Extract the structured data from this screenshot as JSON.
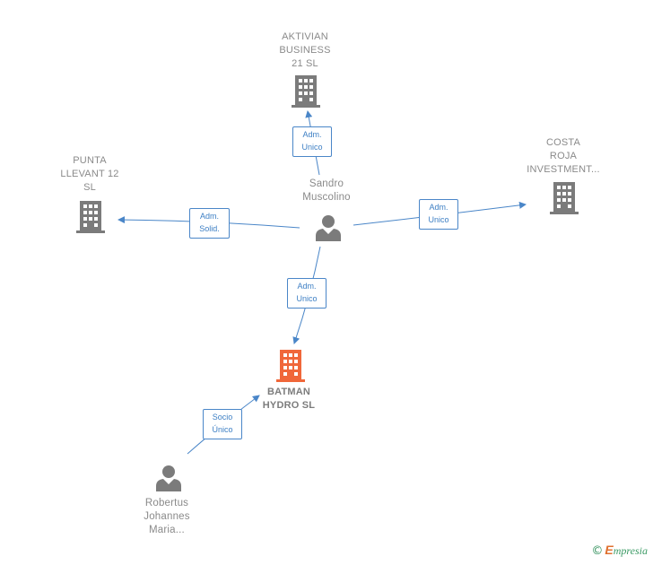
{
  "nodes": {
    "aktivian": {
      "lines": [
        "AKTIVIAN",
        "BUSINESS",
        "21 SL"
      ],
      "type": "company"
    },
    "costa": {
      "lines": [
        "COSTA",
        "ROJA",
        "INVESTMENT..."
      ],
      "type": "company"
    },
    "punta": {
      "lines": [
        "PUNTA",
        "LLEVANT 12",
        "SL"
      ],
      "type": "company"
    },
    "batman": {
      "lines": [
        "BATMAN",
        "HYDRO  SL"
      ],
      "type": "company-primary"
    },
    "sandro": {
      "lines": [
        "Sandro",
        "Muscolino"
      ],
      "type": "person"
    },
    "robertus": {
      "lines": [
        "Robertus",
        "Johannes",
        "Maria..."
      ],
      "type": "person"
    }
  },
  "edges": {
    "sandro_aktivian": {
      "lines": [
        "Adm.",
        "Unico"
      ]
    },
    "sandro_costa": {
      "lines": [
        "Adm.",
        "Unico"
      ]
    },
    "sandro_punta": {
      "lines": [
        "Adm.",
        "Solid."
      ]
    },
    "sandro_batman": {
      "lines": [
        "Adm.",
        "Unico"
      ]
    },
    "robertus_batman": {
      "lines": [
        "Socio",
        "Único"
      ]
    }
  },
  "colors": {
    "company_icon": "#7b7b7b",
    "primary_icon": "#f0673a",
    "person_icon": "#7b7b7b",
    "edge_line": "#4a86c8",
    "edge_text": "#3d7fc4"
  },
  "footer": {
    "copyright": "©",
    "brand_initial": "E",
    "brand_rest": "mpresia"
  }
}
